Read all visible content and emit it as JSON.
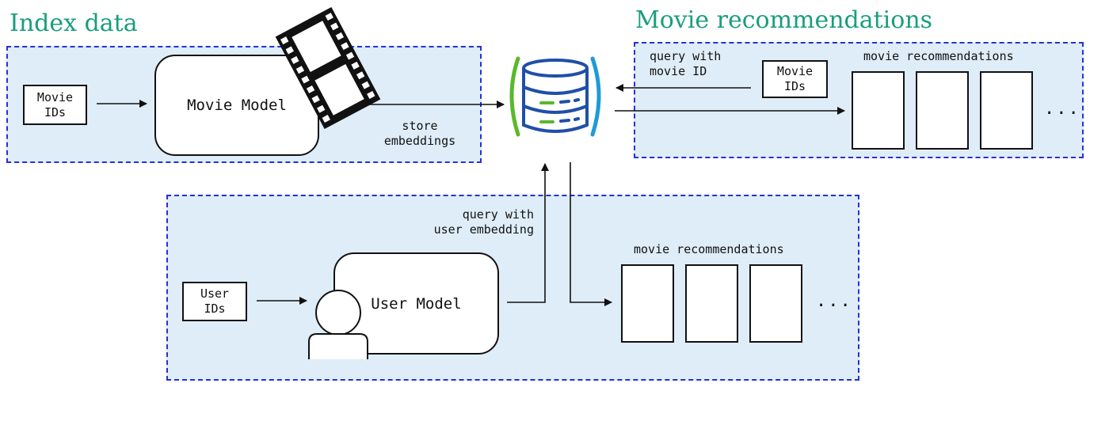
{
  "headings": {
    "index_data": "Index data",
    "movie_recommendations": "Movie recommendations"
  },
  "index_section": {
    "input_label": "Movie\nIDs",
    "model_label": "Movie Model",
    "arrow_label": "store\nembeddings"
  },
  "reco_section": {
    "query_label": "query with\nmovie ID",
    "input_label": "Movie\nIDs",
    "output_label": "movie recommendations",
    "ellipsis": "..."
  },
  "user_section": {
    "input_label": "User\nIDs",
    "model_label": "User Model",
    "query_label": "query with\nuser embedding",
    "output_label": "movie recommendations",
    "ellipsis": "..."
  },
  "icons": {
    "database": "vector-database-icon",
    "film": "film-strip-icon",
    "user": "person-icon"
  },
  "colors": {
    "heading": "#1a9e7c",
    "region_fill": "#deedf8",
    "region_border": "#2a2fd0",
    "db_blue": "#1f4fa8",
    "db_green": "#5ab82c",
    "db_cyan": "#1e9ad6"
  }
}
